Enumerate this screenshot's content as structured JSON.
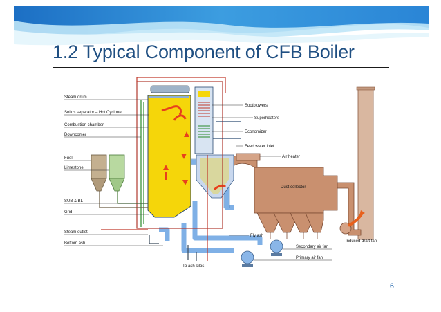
{
  "slide": {
    "title": "1.2 Typical Component of CFB Boiler",
    "page_number": "6"
  },
  "diagram": {
    "labels_left": {
      "steam_drum": "Steam drum",
      "solids_separator": "Solids separator – Hot Cyclone",
      "combustion_chamber": "Combustion chamber",
      "downcomer": "Downcomer",
      "fuel": "Fuel",
      "limestone": "Limestone",
      "sub_bl": "SUB & BL",
      "grid": "Grid",
      "steam_outlet": "Steam outlet",
      "bottom_ash": "Bottom ash"
    },
    "labels_right": {
      "sootblowers": "Sootblowers",
      "superheaters": "Superheaters",
      "economizer": "Economizer",
      "feed_water_inlet": "Feed water inlet",
      "air_heater": "Air heater",
      "dust_collector": "Dust collector",
      "fly_ash": "Fly ash",
      "secondary_air_fan": "Secondary air  fan",
      "primary_air_fan": "Primary air  fan",
      "induced_draft_fan": "Induced draft fan",
      "to_ash_silos": "To ash silos"
    },
    "colors": {
      "banner_blue": "#2a7fd4",
      "banner_light": "#bfe6f7",
      "furnace_yellow": "#f5d60a",
      "flame_red": "#e8401c",
      "air_duct_blue": "#8ab6e8",
      "duct_brown": "#c48a6a",
      "pipe_green": "#3a9a3a",
      "pipe_red": "#c0392b"
    }
  }
}
